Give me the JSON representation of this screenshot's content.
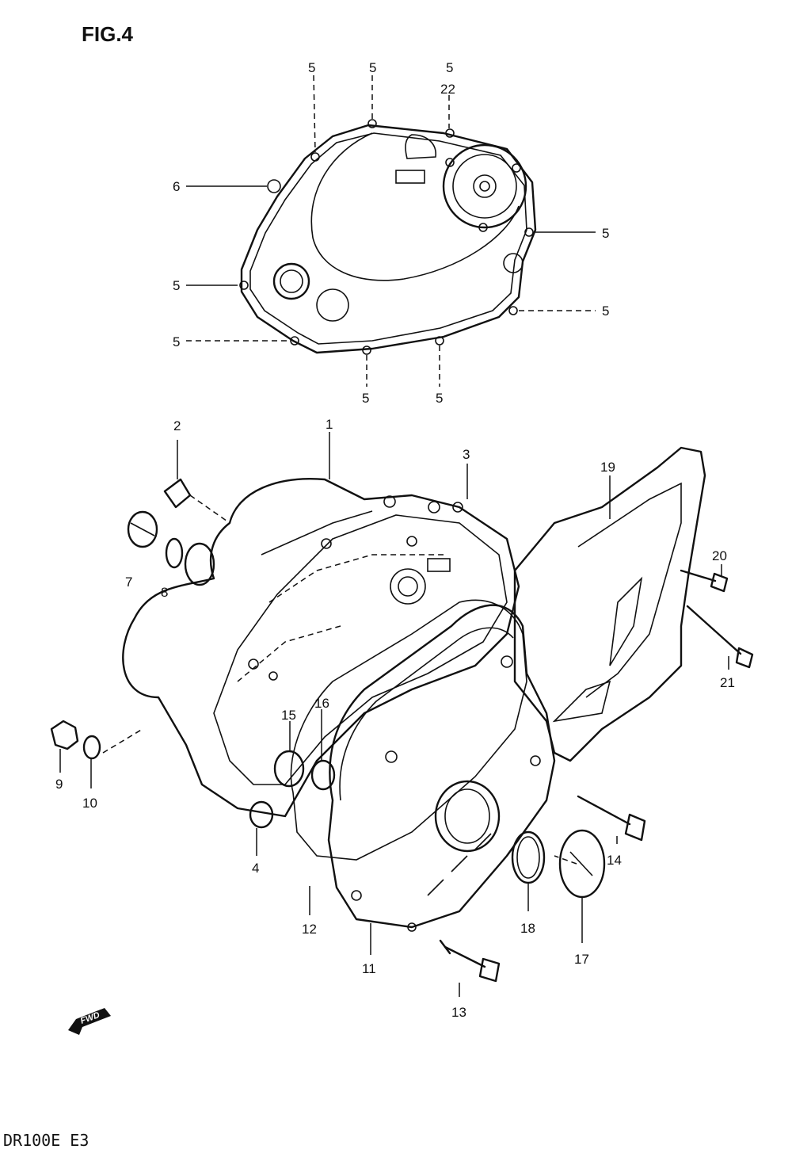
{
  "figure_title": "FIG.4",
  "model_code": "DR100E  E3",
  "forward_marker": "FWD",
  "labels": {
    "p1": "1",
    "p2": "2",
    "p3": "3",
    "p4": "4",
    "p5_top_a": "5",
    "p5_top_b": "5",
    "p5_top_c": "5",
    "p5_right_a": "5",
    "p5_right_b": "5",
    "p5_left_a": "5",
    "p5_left_b": "5",
    "p5_bottom_a": "5",
    "p5_bottom_b": "5",
    "p6": "6",
    "p7": "7",
    "p8": "8",
    "p9": "9",
    "p10": "10",
    "p11": "11",
    "p12": "12",
    "p13": "13",
    "p14": "14",
    "p15": "15",
    "p16": "16",
    "p17": "17",
    "p18": "18",
    "p19": "19",
    "p20": "20",
    "p21": "21",
    "p22": "22"
  }
}
